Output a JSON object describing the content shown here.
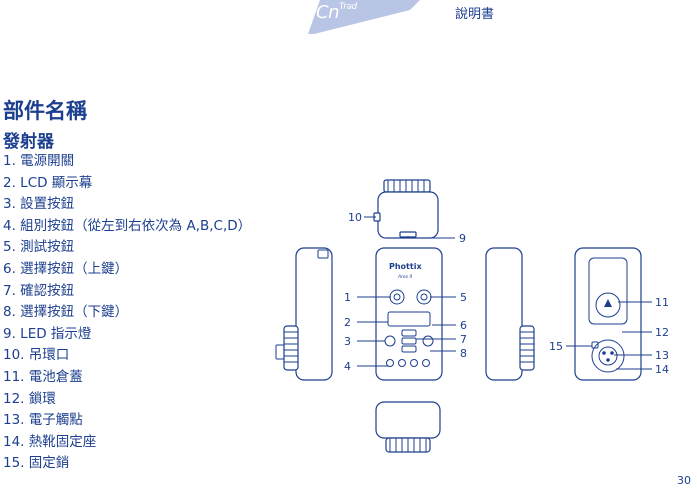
{
  "header": {
    "lang_code": "Cn",
    "lang_variant": "Trad",
    "doc_title": "說明書"
  },
  "section_title": "部件名稱",
  "subsection_title": "發射器",
  "parts": [
    "1. 電源開關",
    "2. LCD 顯示幕",
    "3. 設置按鈕",
    "4. 組別按鈕（從左到右依次為 A,B,C,D）",
    "5. 測試按鈕",
    "6. 選擇按鈕（上鍵）",
    "7. 確認按鈕",
    "8. 選擇按鈕（下鍵）",
    "9. LED 指示燈",
    "10. 吊環口",
    "11. 電池倉蓋",
    "12. 鎖環",
    "13. 電子觸點",
    "14. 熱靴固定座",
    "15. 固定銷"
  ],
  "diagram": {
    "brand": "Phottix",
    "model": "Ares II",
    "callouts": [
      "1",
      "2",
      "3",
      "4",
      "5",
      "6",
      "7",
      "8",
      "9",
      "10",
      "11",
      "12",
      "13",
      "14",
      "15"
    ]
  },
  "page_number": "30",
  "colors": {
    "ink": "#1d3f8f",
    "tab": "#b9c5e4"
  }
}
